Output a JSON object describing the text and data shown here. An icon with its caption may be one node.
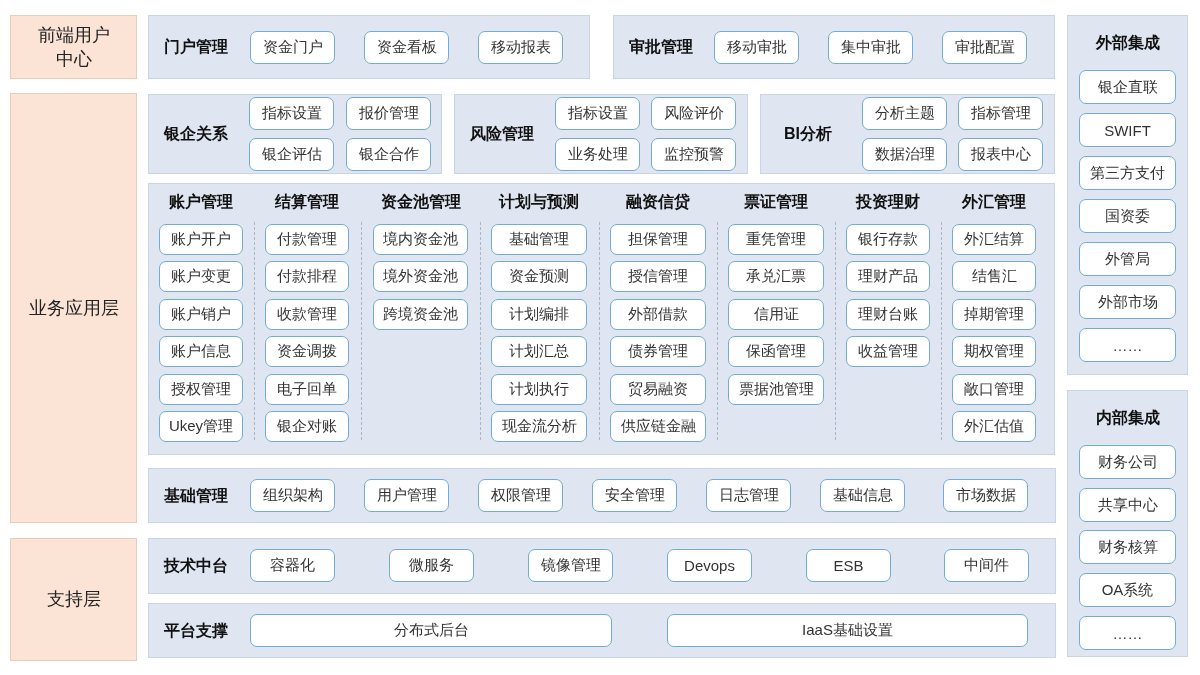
{
  "diagram": {
    "nodes": [
      {
        "text": [
          "前端用户中心"
        ]
      },
      {
        "text": [
          "门户管理"
        ]
      },
      {
        "text": [
          "资金门户"
        ],
        "in": 1
      },
      {
        "text": [
          "资金看板"
        ],
        "in": 1
      },
      {
        "text": [
          "移动报表"
        ],
        "in": 1
      },
      {
        "text": [
          "审批管理"
        ]
      },
      {
        "text": [
          "移动审批"
        ],
        "in": 5
      },
      {
        "text": [
          "集中审批"
        ],
        "in": 5
      },
      {
        "text": [
          "审批配置"
        ],
        "in": 5
      },
      {
        "text": [
          "外部集成"
        ]
      },
      {
        "text": [
          "银企直联"
        ],
        "in": 9
      },
      {
        "text": [
          "SWIFT"
        ],
        "in": 9
      },
      {
        "text": [
          "第三方支付"
        ],
        "in": 9
      },
      {
        "text": [
          "国资委"
        ],
        "in": 9
      },
      {
        "text": [
          "外管局"
        ],
        "in": 9
      },
      {
        "text": [
          "外部市场"
        ],
        "in": 9
      },
      {
        "text": [
          "……"
        ],
        "in": 9
      },
      {
        "text": [
          "业务应用层"
        ]
      },
      {
        "text": [
          "银企关系"
        ]
      },
      {
        "text": [
          "指标设置"
        ],
        "in": 18
      },
      {
        "text": [
          "报价管理"
        ],
        "in": 18
      },
      {
        "text": [
          "银企评估"
        ],
        "in": 18
      },
      {
        "text": [
          "银企合作"
        ],
        "in": 18
      },
      {
        "text": [
          "风险管理"
        ]
      },
      {
        "text": [
          "指标设置"
        ],
        "in": 23
      },
      {
        "text": [
          "风险评价"
        ],
        "in": 23
      },
      {
        "text": [
          "业务处理"
        ],
        "in": 23
      },
      {
        "text": [
          "监控预警"
        ],
        "in": 23
      },
      {
        "text": [
          "BI分析"
        ]
      },
      {
        "text": [
          "分析主题"
        ],
        "in": 28
      },
      {
        "text": [
          "指标管理"
        ],
        "in": 28
      },
      {
        "text": [
          "数据治理"
        ],
        "in": 28
      },
      {
        "text": [
          "报表中心"
        ],
        "in": 28
      },
      {
        "text": [
          "账户管理",
          "结算管理",
          "资金池管理",
          "计划与预测",
          "融资信贷",
          "票证管理",
          "投资理财",
          "外汇管理"
        ]
      },
      {
        "text": [
          "账户开户"
        ],
        "in": 33
      },
      {
        "text": [
          "账户变更"
        ],
        "in": 33
      },
      {
        "text": [
          "账户销户"
        ],
        "in": 33
      },
      {
        "text": [
          "账户信息"
        ],
        "in": 33
      },
      {
        "text": [
          "授权管理"
        ],
        "in": 33
      },
      {
        "text": [
          "Ukey管理"
        ],
        "in": 33
      },
      {
        "text": [
          "付款管理"
        ],
        "in": 33
      },
      {
        "text": [
          "付款排程"
        ],
        "in": 33
      },
      {
        "text": [
          "收款管理"
        ],
        "in": 33
      },
      {
        "text": [
          "资金调拨"
        ],
        "in": 33
      },
      {
        "text": [
          "电子回单"
        ],
        "in": 33
      },
      {
        "text": [
          "银企对账"
        ],
        "in": 33
      },
      {
        "text": [
          "境内资金池"
        ],
        "in": 33
      },
      {
        "text": [
          "境外资金池"
        ],
        "in": 33
      },
      {
        "text": [
          "跨境资金池"
        ],
        "in": 33
      },
      {
        "text": [
          "基础管理"
        ],
        "in": 33
      },
      {
        "text": [
          "资金预测"
        ],
        "in": 33
      },
      {
        "text": [
          "计划编排"
        ],
        "in": 33
      },
      {
        "text": [
          "计划汇总"
        ],
        "in": 33
      },
      {
        "text": [
          "计划执行"
        ],
        "in": 33
      },
      {
        "text": [
          "现金流分析"
        ],
        "in": 33
      },
      {
        "text": [
          "担保管理"
        ],
        "in": 33
      },
      {
        "text": [
          "授信管理"
        ],
        "in": 33
      },
      {
        "text": [
          "外部借款"
        ],
        "in": 33
      },
      {
        "text": [
          "债券管理"
        ],
        "in": 33
      },
      {
        "text": [
          "贸易融资"
        ],
        "in": 33
      },
      {
        "text": [
          "供应链金融"
        ],
        "in": 33
      },
      {
        "text": [
          "重凭管理"
        ],
        "in": 33
      },
      {
        "text": [
          "承兑汇票"
        ],
        "in": 33
      },
      {
        "text": [
          "信用证"
        ],
        "in": 33
      },
      {
        "text": [
          "保函管理"
        ],
        "in": 33
      },
      {
        "text": [
          "票据池管理"
        ],
        "in": 33
      },
      {
        "text": [
          "银行存款"
        ],
        "in": 33
      },
      {
        "text": [
          "理财产品"
        ],
        "in": 33
      },
      {
        "text": [
          "理财台账"
        ],
        "in": 33
      },
      {
        "text": [
          "收益管理"
        ],
        "in": 33
      },
      {
        "text": [
          "外汇结算"
        ],
        "in": 33
      },
      {
        "text": [
          "结售汇"
        ],
        "in": 33
      },
      {
        "text": [
          "掉期管理"
        ],
        "in": 33
      },
      {
        "text": [
          "期权管理"
        ],
        "in": 33
      },
      {
        "text": [
          "敞口管理"
        ],
        "in": 33
      },
      {
        "text": [
          "外汇估值"
        ],
        "in": 33
      },
      {
        "text": [
          "基础管理"
        ]
      },
      {
        "text": [
          "组织架构"
        ],
        "in": 76
      },
      {
        "text": [
          "用户管理"
        ],
        "in": 76
      },
      {
        "text": [
          "权限管理"
        ],
        "in": 76
      },
      {
        "text": [
          "安全管理"
        ],
        "in": 76
      },
      {
        "text": [
          "日志管理"
        ],
        "in": 76
      },
      {
        "text": [
          "基础信息"
        ],
        "in": 76
      },
      {
        "text": [
          "市场数据"
        ],
        "in": 76
      },
      {
        "text": [
          "内部集成"
        ]
      },
      {
        "text": [
          "财务公司"
        ],
        "in": 84
      },
      {
        "text": [
          "共享中心"
        ],
        "in": 84
      },
      {
        "text": [
          "财务核算"
        ],
        "in": 84
      },
      {
        "text": [
          "OA系统"
        ],
        "in": 84
      },
      {
        "text": [
          "……"
        ],
        "in": 84
      },
      {
        "text": [
          "支持层"
        ]
      },
      {
        "text": [
          "技术中台"
        ]
      },
      {
        "text": [
          "容器化"
        ],
        "in": 91
      },
      {
        "text": [
          "微服务"
        ],
        "in": 91
      },
      {
        "text": [
          "镜像管理"
        ],
        "in": 91
      },
      {
        "text": [
          "Devops"
        ],
        "in": 91
      },
      {
        "text": [
          "ESB"
        ],
        "in": 91
      },
      {
        "text": [
          "中间件"
        ],
        "in": 91
      },
      {
        "text": [
          "平台支撑"
        ]
      },
      {
        "text": [
          "分布式后台"
        ],
        "in": 98
      },
      {
        "text": [
          "IaaS基础设置"
        ],
        "in": 98
      }
    ]
  }
}
